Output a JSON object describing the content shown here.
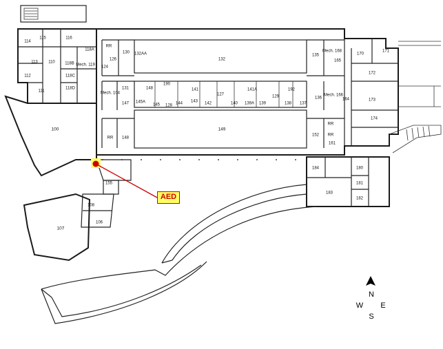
{
  "aed_label": "AED",
  "compass": {
    "n": "N",
    "s": "S",
    "e": "E",
    "w": "W"
  },
  "colors": {
    "aed_red": "#d10000",
    "aed_fill": "#ffff66",
    "wall": "#1a1a1a"
  },
  "rooms": {
    "r100": "100",
    "r106": "106",
    "r107": "107",
    "r108": "108",
    "r110": "110",
    "r111": "111",
    "r112": "112",
    "r113": "113",
    "r114": "114",
    "r115": "115",
    "r116": "116",
    "r118a": "118A",
    "r118b": "118B",
    "r118c": "118C",
    "r118d": "118D",
    "r119": "Mech. 119",
    "r124": "124",
    "r126": "126",
    "r128": "128",
    "r130": "130",
    "r131": "131",
    "r132": "132",
    "r132aa": "132AA",
    "r135": "135",
    "r136": "136",
    "r137": "137",
    "r138": "138",
    "r139": "139",
    "r139a": "139A",
    "r140": "140",
    "r141": "141",
    "r141a": "141A",
    "r142": "142",
    "r143": "143",
    "r144": "144",
    "r145": "145",
    "r145a": "145A",
    "r147": "147",
    "r148a": "148",
    "r148b": "148",
    "r149": "149",
    "r152": "152",
    "r155": "155",
    "r161": "161",
    "r164": "164",
    "r165": "165",
    "r166": "Mech. 166",
    "r168": "Mech. 168",
    "r170": "170",
    "r171": "171",
    "r172": "172",
    "r173": "173",
    "r174": "174",
    "r180": "180",
    "r181": "181",
    "r182": "182",
    "r183": "183",
    "r184": "184",
    "r190": "190",
    "r192": "192",
    "r104": "Mech. 104",
    "rr1": "RR",
    "rr2": "RR",
    "rr3": "RR",
    "rr4": "RR",
    "r127": "127",
    "r129": "129"
  }
}
